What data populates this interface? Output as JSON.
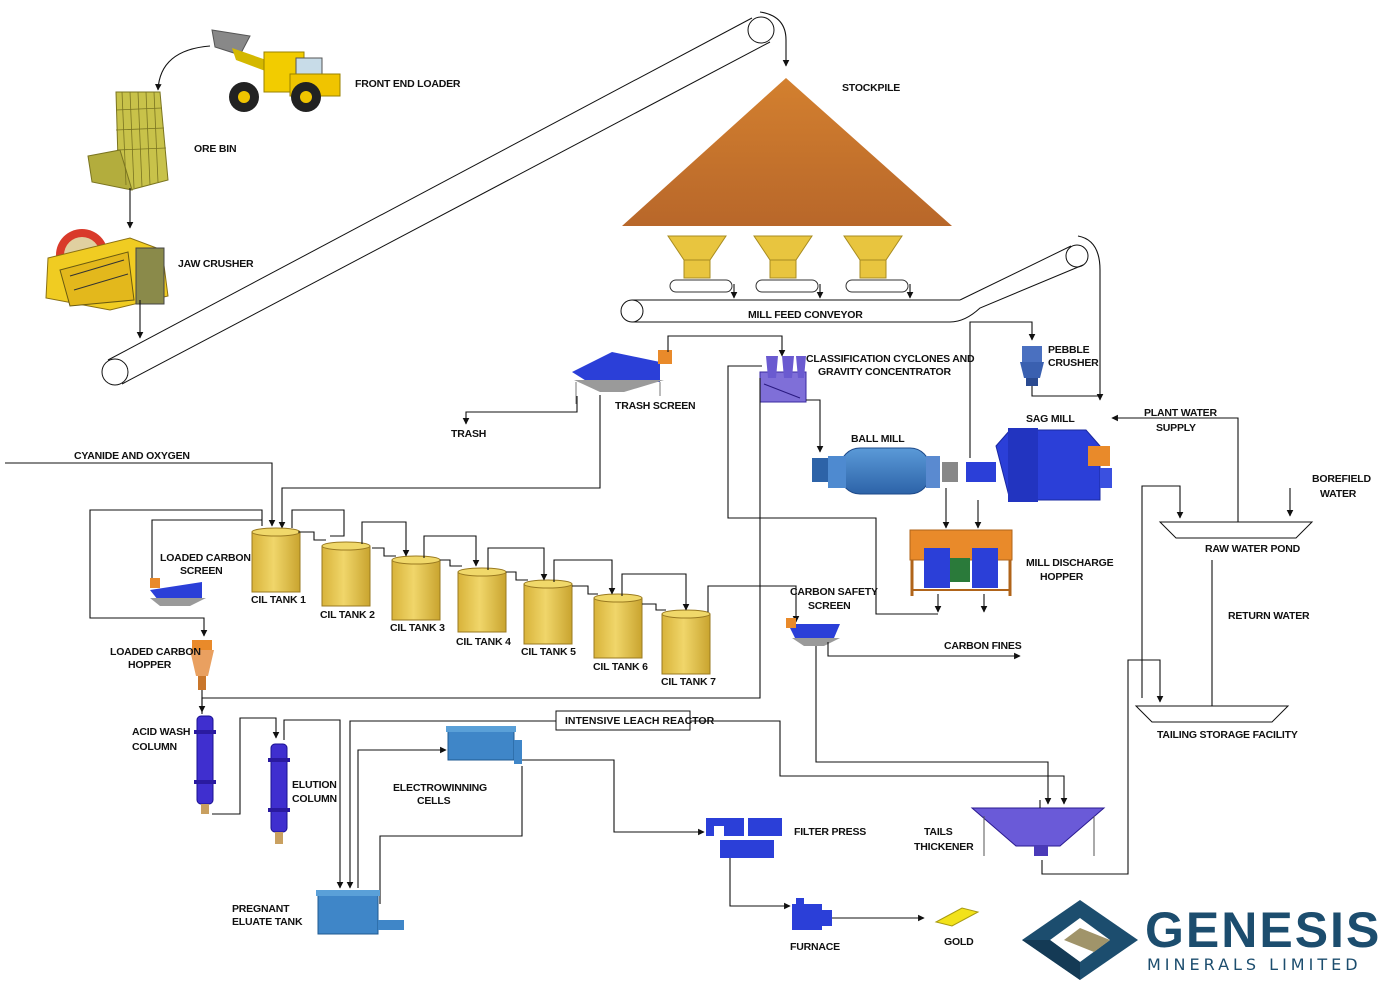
{
  "labels": {
    "front_end_loader": "FRONT END LOADER",
    "ore_bin": "ORE BIN",
    "jaw_crusher": "JAW CRUSHER",
    "stockpile": "STOCKPILE",
    "mill_feed_conveyor": "MILL FEED CONVEYOR",
    "trash_screen": "TRASH SCREEN",
    "trash": "TRASH",
    "classification_1": "CLASSIFICATION CYCLONES AND",
    "classification_2": "GRAVITY CONCENTRATOR",
    "pebble_1": "PEBBLE",
    "pebble_2": "CRUSHER",
    "sag_mill": "SAG MILL",
    "ball_mill": "BALL MILL",
    "plant_water_1": "PLANT WATER",
    "plant_water_2": "SUPPLY",
    "borefield_1": "BOREFIELD",
    "borefield_2": "WATER",
    "raw_water_pond": "RAW WATER POND",
    "cyanide_oxygen": "CYANIDE AND OXYGEN",
    "loaded_carbon_screen_1": "LOADED CARBON",
    "loaded_carbon_screen_2": "SCREEN",
    "cil_tank_1": "CIL TANK 1",
    "cil_tank_2": "CIL TANK 2",
    "cil_tank_3": "CIL TANK 3",
    "cil_tank_4": "CIL TANK 4",
    "cil_tank_5": "CIL TANK 5",
    "cil_tank_6": "CIL TANK 6",
    "cil_tank_7": "CIL TANK 7",
    "mill_discharge_1": "MILL DISCHARGE",
    "mill_discharge_2": "HOPPER",
    "carbon_safety_1": "CARBON SAFETY",
    "carbon_safety_2": "SCREEN",
    "carbon_fines": "CARBON FINES",
    "return_water": "RETURN WATER",
    "loaded_carbon_hopper_1": "LOADED CARBON",
    "loaded_carbon_hopper_2": "HOPPER",
    "acid_wash_1": "ACID WASH",
    "acid_wash_2": "COLUMN",
    "intensive_leach_reactor": "INTENSIVE LEACH REACTOR",
    "tailing_storage": "TAILING STORAGE FACILITY",
    "elution_1": "ELUTION",
    "elution_2": "COLUMN",
    "electrowinning_1": "ELECTROWINNING",
    "electrowinning_2": "CELLS",
    "filter_press": "FILTER PRESS",
    "tails_thickener_1": "TAILS",
    "tails_thickener_2": "THICKENER",
    "pregnant_1": "PREGNANT",
    "pregnant_2": "ELUATE TANK",
    "furnace": "FURNACE",
    "gold": "GOLD"
  },
  "logo": {
    "word": "GENESIS",
    "sub": "MINERALS LIMITED"
  },
  "colors": {
    "stockpile": "#c9752a",
    "hopper_yellow": "#e8c53f",
    "tank_yellow": "#e7c84a",
    "equipment_blue": "#2b3fd8",
    "ball_mill_blue": "#3b78c4",
    "orange": "#e98a2a",
    "logo_navy": "#1c4d6e",
    "logo_gold": "#a0946a"
  }
}
